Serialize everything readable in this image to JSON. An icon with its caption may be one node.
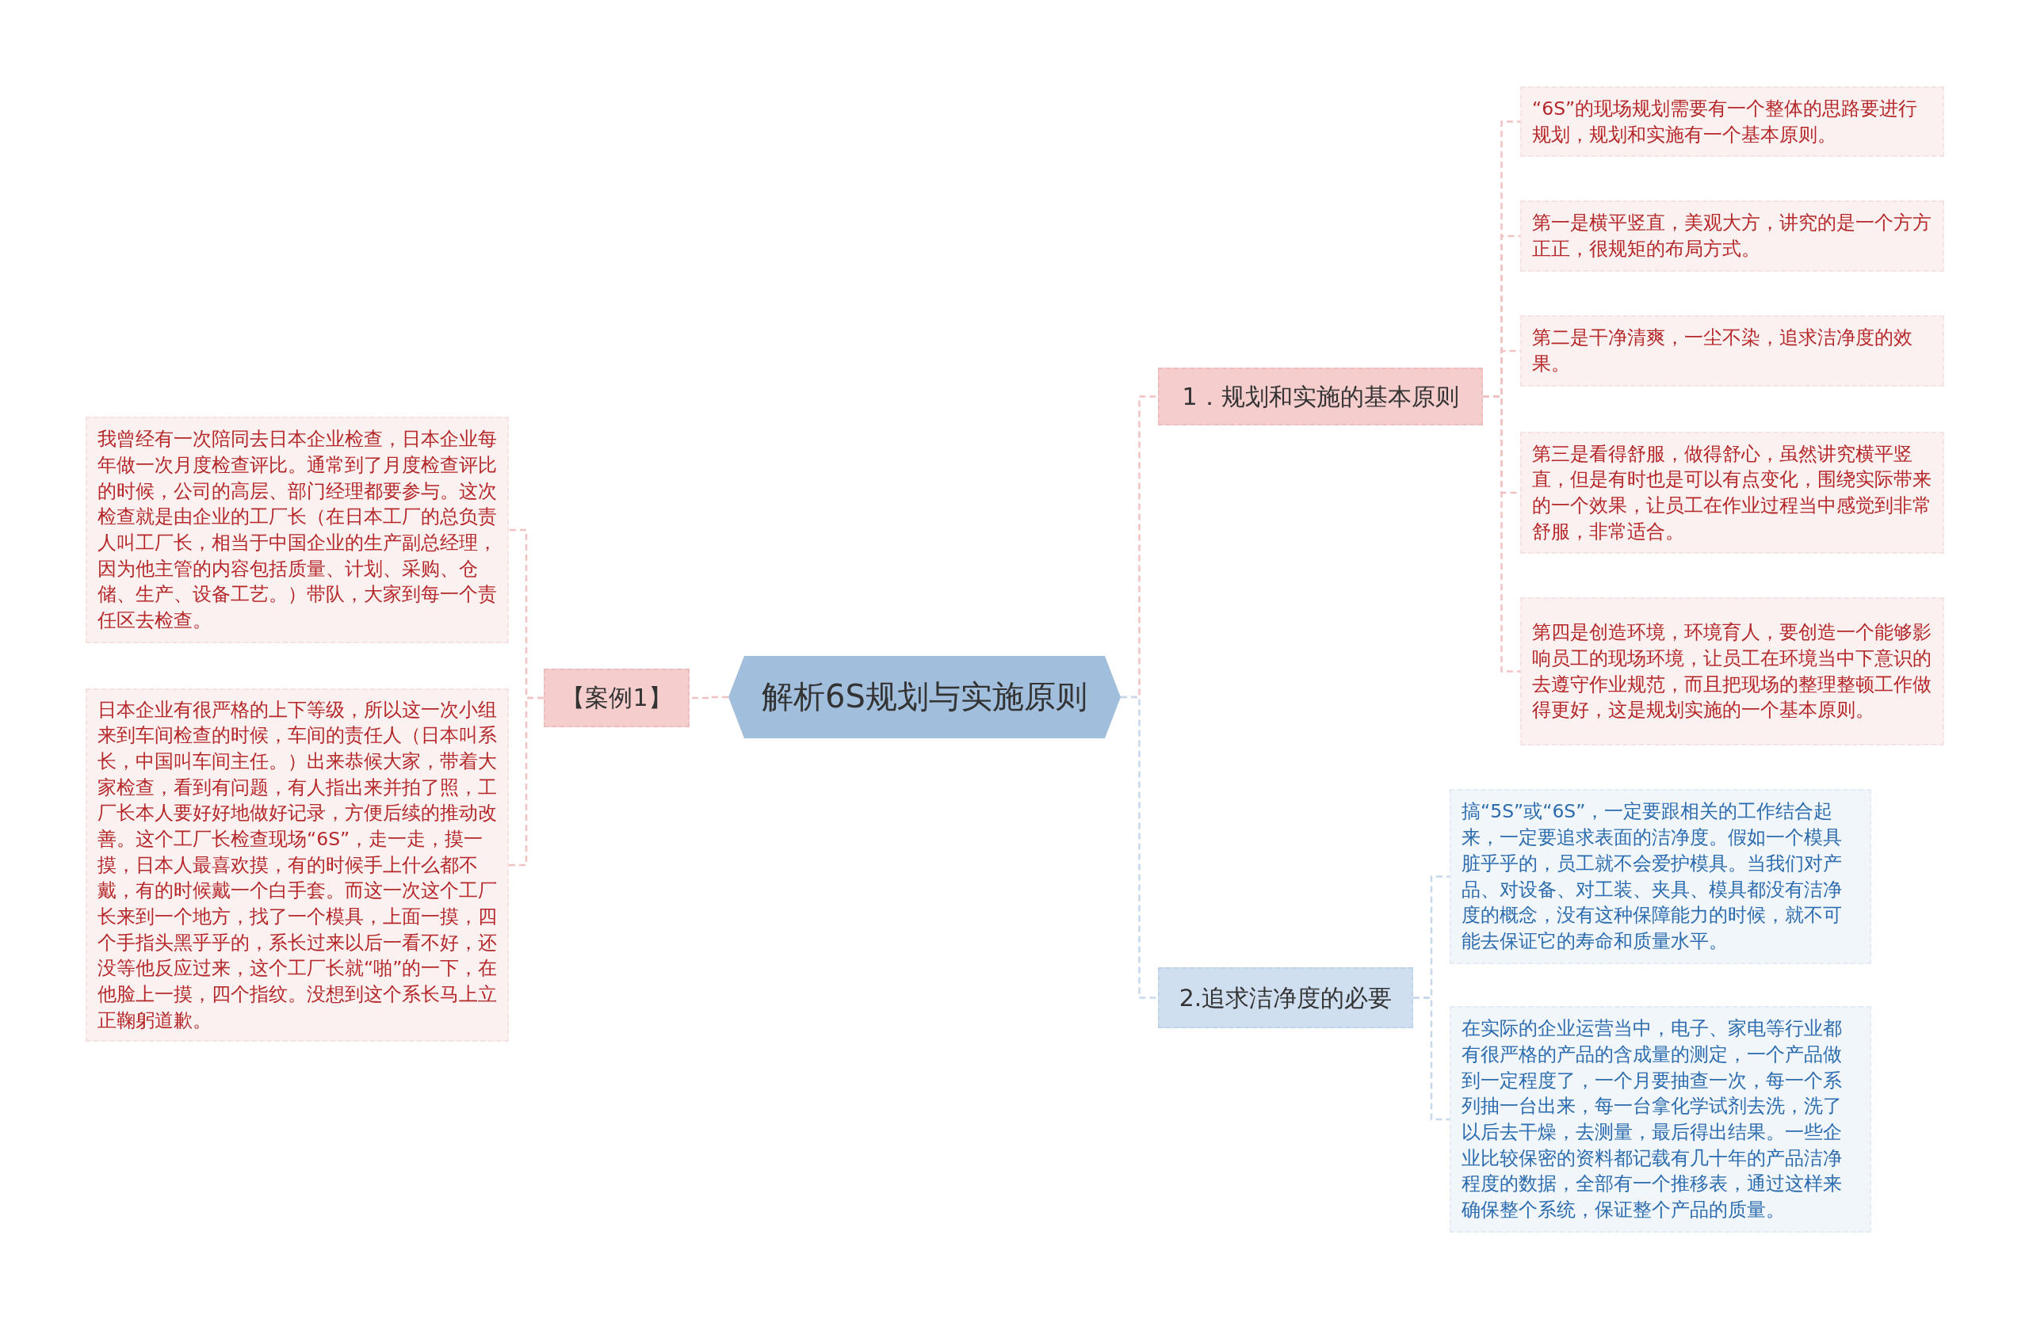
{
  "diagram": {
    "nodes": [
      {
        "text": [
          "解析6S规划与实施原则"
        ]
      },
      {
        "text": [
          "【案例1】"
        ]
      },
      {
        "text": [
          "我曾经有一次陪同去日本企业检查，日本企业每年做一次月度检查评比。通常到了月度检查评比的时候，公司的高层、部门经理都要参与。这次检查就是由企业的工厂长（在日本工厂的总负责人叫工厂长，相当于中国企业的生产副总经理，因为他主管的内容包括质量、计划、采购、仓储、生产、设备工艺。）带队，大家到每一个责任区去检查。"
        ]
      },
      {
        "text": [
          "日本企业有很严格的上下等级，所以这一次小组来到车间检查的时候，车间的责任人（日本叫系长，中国叫车间主任。）出来恭候大家，带着大家检查，看到有问题，有人指出来并拍了照，工厂长本人要好好地做好记录，方便后续的推动改善。这个工厂长检查现场“6S”，走一走，摸一摸，日本人最喜欢摸，有的时候手上什么都不戴，有的时候戴一个白手套。而这一次这个工厂长来到一个地方，找了一个模具，上面一摸，四个手指头黑乎乎的，系长过来以后一看不好，还没等他反应过来，这个工厂长就“啪”的一下，在他脸上一摸，四个指纹。没想到这个系长马上立正鞠躬道歉。"
        ]
      },
      {
        "text": [
          "1．规划和实施的基本原则"
        ]
      },
      {
        "text": [
          "“6S”的现场规划需要有一个整体的思路要进行规划，规划和实施有一个基本原则。"
        ]
      },
      {
        "text": [
          "第一是横平竖直，美观大方，讲究的是一个方方正正，很规矩的布局方式。"
        ]
      },
      {
        "text": [
          "第二是干净清爽，一尘不染，追求洁净度的效果。"
        ]
      },
      {
        "text": [
          "第三是看得舒服，做得舒心，虽然讲究横平竖直，但是有时也是可以有点变化，围绕实际带来的一个效果，让员工在作业过程当中感觉到非常舒服，非常适合。"
        ]
      },
      {
        "text": [
          "第四是创造环境，环境育人，要创造一个能够影响员工的现场环境，让员工在环境当中下意识的去遵守作业规范，而且把现场的整理整顿工作做得更好，这是规划实施的一个基本原则。"
        ]
      },
      {
        "text": [
          "2.追求洁净度的必要"
        ]
      },
      {
        "text": [
          "搞“5S”或“6S”，一定要跟相关的工作结合起来，一定要追求表面的洁净度。假如一个模具脏乎乎的，员工就不会爱护模具。当我们对产品、对设备、对工装、夹具、模具都没有洁净度的概念，没有这种保障能力的时候，就不可能去保证它的寿命和质量水平。"
        ]
      },
      {
        "text": [
          "在实际的企业运营当中，电子、家电等行业都有很严格的产品的含成量的测定，一个产品做到一定程度了，一个月要抽查一次，每一个系列抽一台出来，每一台拿化学试剂去洗，洗了以后去干燥，去测量，最后得出结果。一些企业比较保密的资料都记载有几十年的产品洁净程度的数据，全部有一个推移表，通过这样来确保整个系统，保证整个产品的质量。"
        ]
      }
    ],
    "edges": [
      {
        "from": 0,
        "to": 1,
        "arrow": "none"
      },
      {
        "from": 1,
        "to": 2,
        "arrow": "none"
      },
      {
        "from": 1,
        "to": 3,
        "arrow": "none"
      },
      {
        "from": 0,
        "to": 4,
        "arrow": "none"
      },
      {
        "from": 4,
        "to": 5,
        "arrow": "none"
      },
      {
        "from": 4,
        "to": 6,
        "arrow": "none"
      },
      {
        "from": 4,
        "to": 7,
        "arrow": "none"
      },
      {
        "from": 4,
        "to": 8,
        "arrow": "none"
      },
      {
        "from": 4,
        "to": 9,
        "arrow": "none"
      },
      {
        "from": 0,
        "to": 10,
        "arrow": "none",
        "color": "#c6d8ec"
      },
      {
        "from": 10,
        "to": 11,
        "arrow": "none",
        "color": "#c6d8ec"
      },
      {
        "from": 10,
        "to": 12,
        "arrow": "none",
        "color": "#c6d8ec"
      }
    ]
  }
}
